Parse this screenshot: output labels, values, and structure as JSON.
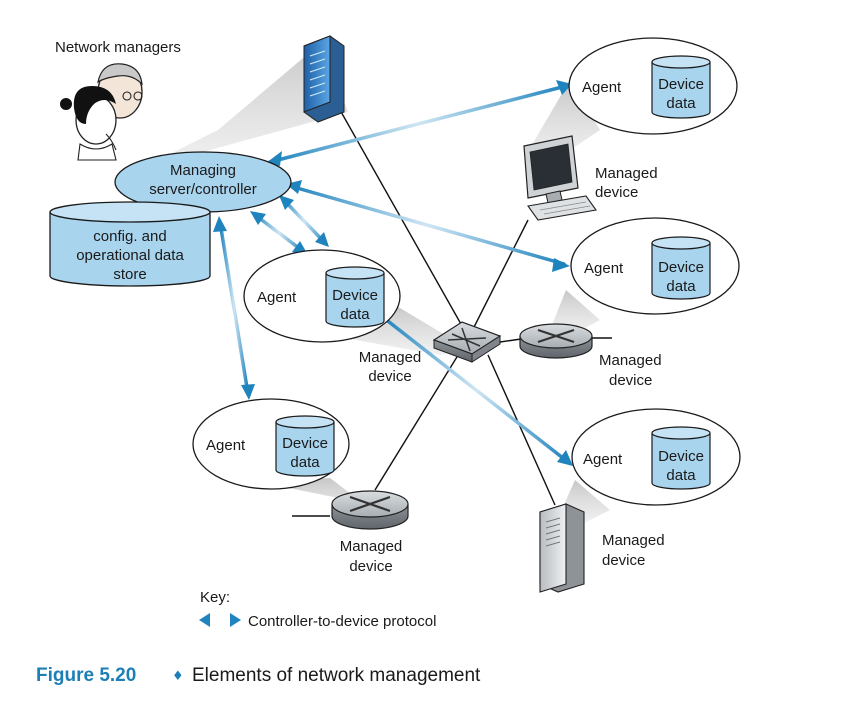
{
  "diagram": {
    "network_managers_label": "Network managers",
    "controller_label_line1": "Managing",
    "controller_label_line2": "server/controller",
    "store_label_line1": "config. and",
    "store_label_line2": "operational data",
    "store_label_line3": "store",
    "agent_label": "Agent",
    "device_data_line1": "Device",
    "device_data_line2": "data",
    "managed_line1": "Managed",
    "managed_line2": "device",
    "key_title": "Key:",
    "key_protocol": "Controller-to-device protocol"
  },
  "caption": {
    "number": "Figure 5.20",
    "bullet": "♦",
    "text": "Elements of network management"
  },
  "colors": {
    "arrow": "#1f83bd",
    "ellipse_fill": "#a9d4ee",
    "cylinder_fill": "#a9d4ee",
    "caption_accent": "#1d7fb5"
  }
}
